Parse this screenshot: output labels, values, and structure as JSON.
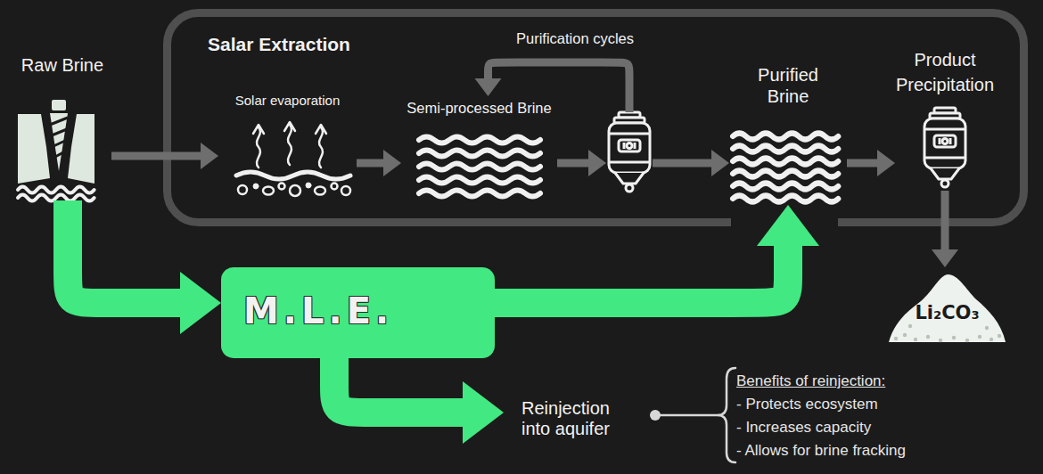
{
  "diagram": {
    "nodes": [
      {
        "text": [
          "Raw Brine"
        ]
      },
      {
        "text": [
          "Salar Extraction"
        ]
      },
      {
        "text": [
          "Solar evaporation"
        ],
        "in": 1
      },
      {
        "text": [
          "Semi-processed Brine"
        ],
        "in": 1
      },
      {
        "text": [
          "Purification cycles"
        ],
        "in": 1
      },
      {
        "text": [
          "Purified Brine"
        ],
        "in": 1
      },
      {
        "text": [
          "Product Precipitation"
        ],
        "in": 1
      },
      {
        "text": [
          "Li₂CO₃"
        ]
      },
      {
        "text": [
          "M.L.E."
        ]
      },
      {
        "text": [
          "Reinjection into aquifer"
        ]
      }
    ],
    "edges": [
      {
        "from": 0,
        "to": 2,
        "arrow": "to"
      },
      {
        "from": 2,
        "to": 3,
        "arrow": "to"
      },
      {
        "from": 3,
        "to": 4,
        "arrow": "to"
      },
      {
        "from": 4,
        "to": 3,
        "arrow": "to"
      },
      {
        "from": 4,
        "to": 5,
        "arrow": "to"
      },
      {
        "from": 5,
        "to": 6,
        "arrow": "to"
      },
      {
        "from": 6,
        "to": 7,
        "arrow": "to"
      },
      {
        "from": 0,
        "to": 8,
        "arrow": "to"
      },
      {
        "from": 8,
        "to": 5,
        "arrow": "to"
      },
      {
        "from": 8,
        "to": 9,
        "arrow": "to"
      }
    ],
    "labels": [
      "Benefits of reinjection:",
      "- Protects ecosystem",
      "- Increases capacity",
      "- Allows for brine fracking"
    ]
  }
}
